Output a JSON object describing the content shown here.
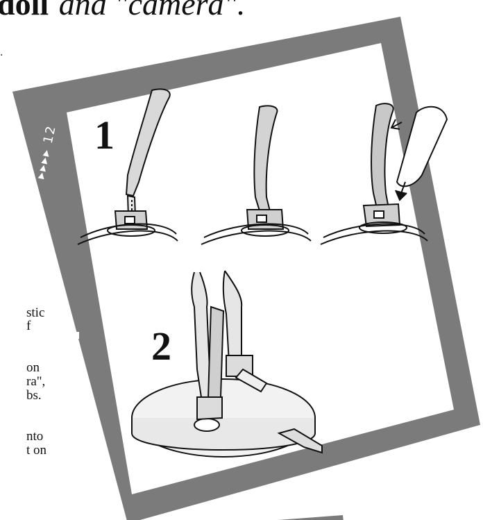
{
  "header": {
    "title_bold": "doll",
    "title_italic": "and \"camera\".",
    "subline": "."
  },
  "page_text": {
    "lines_a": [
      "stic",
      "f",
      "on",
      "ra\",",
      "bs."
    ],
    "lines_b": [
      "nto",
      "t on"
    ]
  },
  "film": {
    "frame_label": "▸▸▸▸ 12"
  },
  "steps": {
    "step1": "1",
    "step2": "2"
  },
  "colors": {
    "frame_gray": "#7b7b7b",
    "line": "#111111"
  }
}
